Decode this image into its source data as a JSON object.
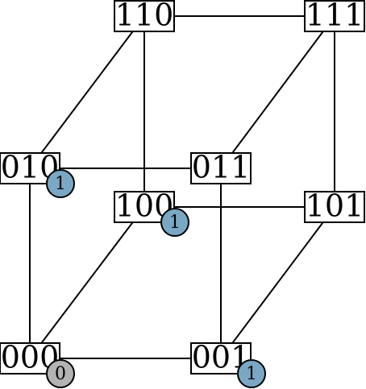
{
  "colors": {
    "active_badge": "#7aa8c4",
    "inactive_badge": "#b3b3b3",
    "stroke": "#000000",
    "background": "#ffffff"
  },
  "nodes": [
    {
      "id": "000",
      "label": "000"
    },
    {
      "id": "001",
      "label": "001"
    },
    {
      "id": "010",
      "label": "010"
    },
    {
      "id": "011",
      "label": "011"
    },
    {
      "id": "100",
      "label": "100"
    },
    {
      "id": "101",
      "label": "101"
    },
    {
      "id": "110",
      "label": "110"
    },
    {
      "id": "111",
      "label": "111"
    }
  ],
  "edges": [
    [
      "000",
      "001"
    ],
    [
      "000",
      "010"
    ],
    [
      "000",
      "100"
    ],
    [
      "001",
      "011"
    ],
    [
      "001",
      "101"
    ],
    [
      "010",
      "011"
    ],
    [
      "010",
      "110"
    ],
    [
      "100",
      "101"
    ],
    [
      "100",
      "110"
    ],
    [
      "011",
      "111"
    ],
    [
      "101",
      "111"
    ],
    [
      "110",
      "111"
    ]
  ],
  "badges": [
    {
      "node": "010",
      "label": "1",
      "state": "active"
    },
    {
      "node": "100",
      "label": "1",
      "state": "active"
    },
    {
      "node": "001",
      "label": "1",
      "state": "active"
    },
    {
      "node": "000",
      "label": "0",
      "state": "inactive"
    }
  ]
}
